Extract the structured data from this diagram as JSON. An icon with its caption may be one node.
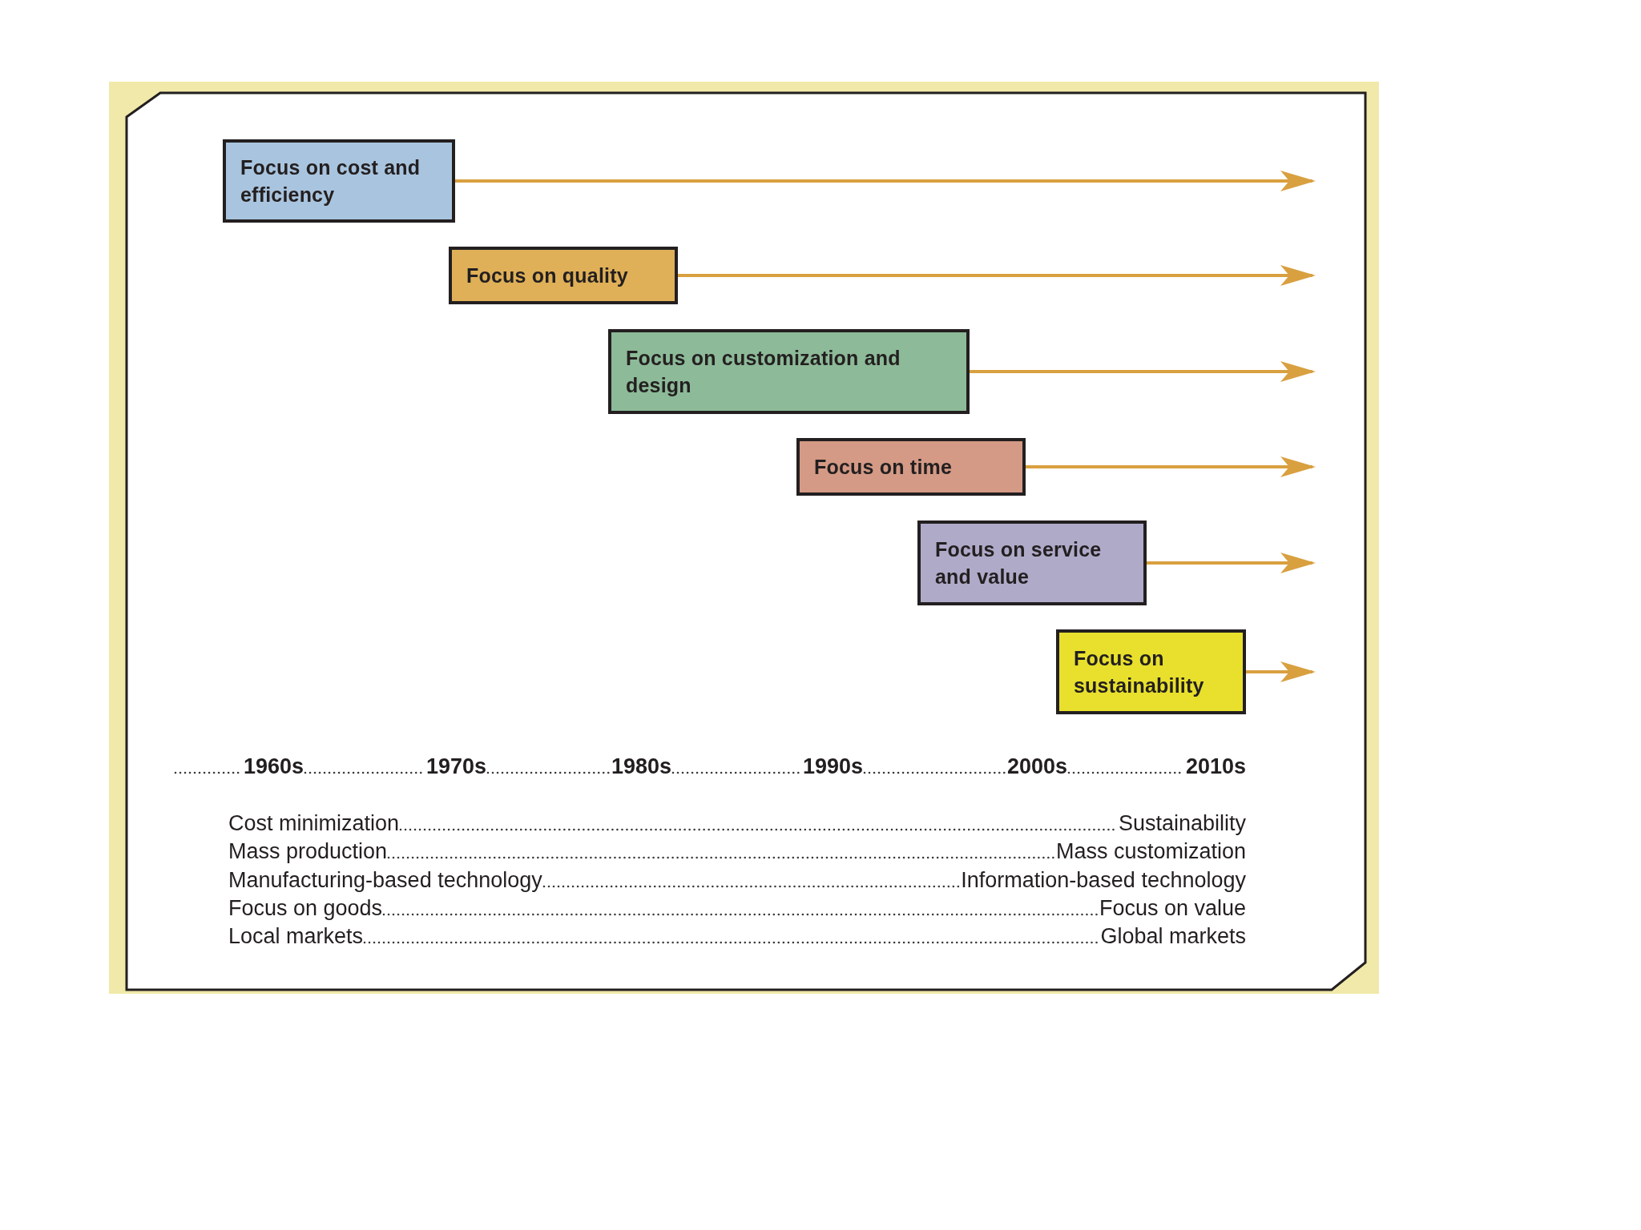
{
  "diagram": {
    "nodes": [
      {
        "text": [
          "Focus on cost and efficiency"
        ]
      },
      {
        "text": [
          "Focus on quality"
        ]
      },
      {
        "text": [
          "Focus on customization and design"
        ]
      },
      {
        "text": [
          "Focus on time"
        ]
      },
      {
        "text": [
          "Focus on service and value"
        ]
      },
      {
        "text": [
          "Focus on sustainability"
        ]
      },
      {
        "text": [
          "1960s"
        ]
      },
      {
        "text": [
          "1970s"
        ]
      },
      {
        "text": [
          "1980s"
        ]
      },
      {
        "text": [
          "1990s"
        ]
      },
      {
        "text": [
          "2000s"
        ]
      },
      {
        "text": [
          "2010s"
        ]
      },
      {
        "text": [
          "Cost minimization"
        ]
      },
      {
        "text": [
          "Sustainability"
        ]
      },
      {
        "text": [
          "Mass production"
        ]
      },
      {
        "text": [
          "Mass customization"
        ]
      },
      {
        "text": [
          "Manufacturing-based technology"
        ]
      },
      {
        "text": [
          "Information-based technology"
        ]
      },
      {
        "text": [
          "Focus on goods"
        ]
      },
      {
        "text": [
          "Focus on value"
        ]
      },
      {
        "text": [
          "Local markets"
        ]
      },
      {
        "text": [
          "Global markets"
        ]
      }
    ],
    "edges": [
      {
        "from": 0,
        "to": null,
        "arrow": "to",
        "color": "#d9a040"
      },
      {
        "from": 1,
        "to": null,
        "arrow": "to",
        "color": "#d9a040"
      },
      {
        "from": 2,
        "to": null,
        "arrow": "to",
        "color": "#d9a040"
      },
      {
        "from": 3,
        "to": null,
        "arrow": "to",
        "color": "#d9a040"
      },
      {
        "from": 4,
        "to": null,
        "arrow": "to",
        "color": "#d9a040"
      },
      {
        "from": 5,
        "to": null,
        "arrow": "to",
        "color": "#d9a040"
      },
      {
        "from": null,
        "to": 6,
        "arrow": "none",
        "style": "dashed"
      },
      {
        "from": 6,
        "to": 7,
        "arrow": "none",
        "style": "dashed"
      },
      {
        "from": 7,
        "to": 8,
        "arrow": "none",
        "style": "dashed"
      },
      {
        "from": 8,
        "to": 9,
        "arrow": "none",
        "style": "dashed"
      },
      {
        "from": 9,
        "to": 10,
        "arrow": "none",
        "style": "dashed"
      },
      {
        "from": 10,
        "to": 11,
        "arrow": "none",
        "style": "dashed"
      },
      {
        "from": 12,
        "to": 13,
        "arrow": "none",
        "style": "dashed"
      },
      {
        "from": 14,
        "to": 15,
        "arrow": "none",
        "style": "dashed"
      },
      {
        "from": 16,
        "to": 17,
        "arrow": "none",
        "style": "dashed"
      },
      {
        "from": 18,
        "to": 19,
        "arrow": "none",
        "style": "dashed"
      },
      {
        "from": 20,
        "to": 21,
        "arrow": "none",
        "style": "dashed"
      }
    ]
  }
}
